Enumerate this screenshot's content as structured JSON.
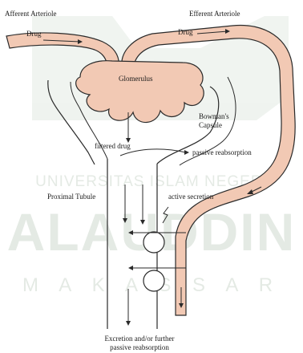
{
  "labels": {
    "afferent": "Afferent Arteriole",
    "efferent": "Efferent Arteriole",
    "drug_left": "Drug",
    "drug_right": "Drug",
    "glomerulus": "Glomerulus",
    "bowmans_1": "Bowman's",
    "bowmans_2": "Capsule",
    "filtered": "filtered drug",
    "passive": "passive reabsorption",
    "proximal": "Proximal Tubule",
    "active": "active secretion",
    "excretion_1": "Excretion and/or further",
    "excretion_2": "passive reabsorption"
  },
  "watermark": {
    "line1": "UNIVERSITAS ISLAM NEGERI",
    "line2": "ALAUDDIN",
    "line3": "M A K A S S A R"
  },
  "colors": {
    "vessel_fill": "#f2c9b4",
    "outline": "#2a2a2a",
    "watermark": "#cfd9cf"
  }
}
